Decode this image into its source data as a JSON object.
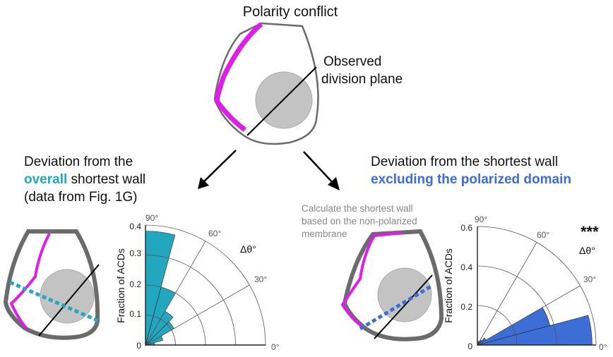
{
  "title": "Polarity conflict",
  "observed_label": [
    "Observed",
    "division plane"
  ],
  "left": {
    "heading_line1": "Deviation from the",
    "heading_highlight": "overall",
    "heading_line2_rest": " shortest wall",
    "heading_line3": "(data from Fig. 1G)"
  },
  "right": {
    "heading_line1": "Deviation from the shortest wall",
    "heading_highlight": "excluding the polarized domain",
    "note": [
      "Calculate the shortest wall",
      "based on the non-polarized",
      "membrane"
    ],
    "significance": "***"
  },
  "colors": {
    "magenta": "#e01de8",
    "teal": "#23a7bf",
    "blue": "#3d6ed6",
    "wall": "#6b6b6b",
    "nucleus": "#c3c3c3"
  },
  "chart_data": [
    {
      "type": "polar-bar",
      "ylabel": "Fraction of ACDs",
      "angle_label": "Δθ°",
      "ylim": [
        0,
        0.4
      ],
      "radial_ticks": [
        "0",
        "0.1",
        "0.2",
        "0.3",
        "0.4"
      ],
      "angle_ticks": [
        "0°",
        "30°",
        "60°",
        "90°"
      ],
      "bins_deg": [
        [
          0,
          15
        ],
        [
          15,
          30
        ],
        [
          30,
          45
        ],
        [
          45,
          60
        ],
        [
          60,
          75
        ],
        [
          75,
          90
        ]
      ],
      "values": [
        0.03,
        0.06,
        0.11,
        0.13,
        0.2,
        0.38
      ]
    },
    {
      "type": "polar-bar",
      "ylabel": "Fraction of ACDs",
      "angle_label": "Δθ°",
      "ylim": [
        0,
        0.6
      ],
      "radial_ticks": [
        "0",
        "0.2",
        "0.4",
        "0.6"
      ],
      "angle_ticks": [
        "0°",
        "30°",
        "60°",
        "90°"
      ],
      "bins_deg": [
        [
          0,
          15
        ],
        [
          15,
          30
        ],
        [
          30,
          45
        ],
        [
          45,
          60
        ],
        [
          60,
          75
        ],
        [
          75,
          90
        ]
      ],
      "values": [
        0.58,
        0.38,
        0.05,
        0.03,
        0.02,
        0.01
      ]
    }
  ]
}
